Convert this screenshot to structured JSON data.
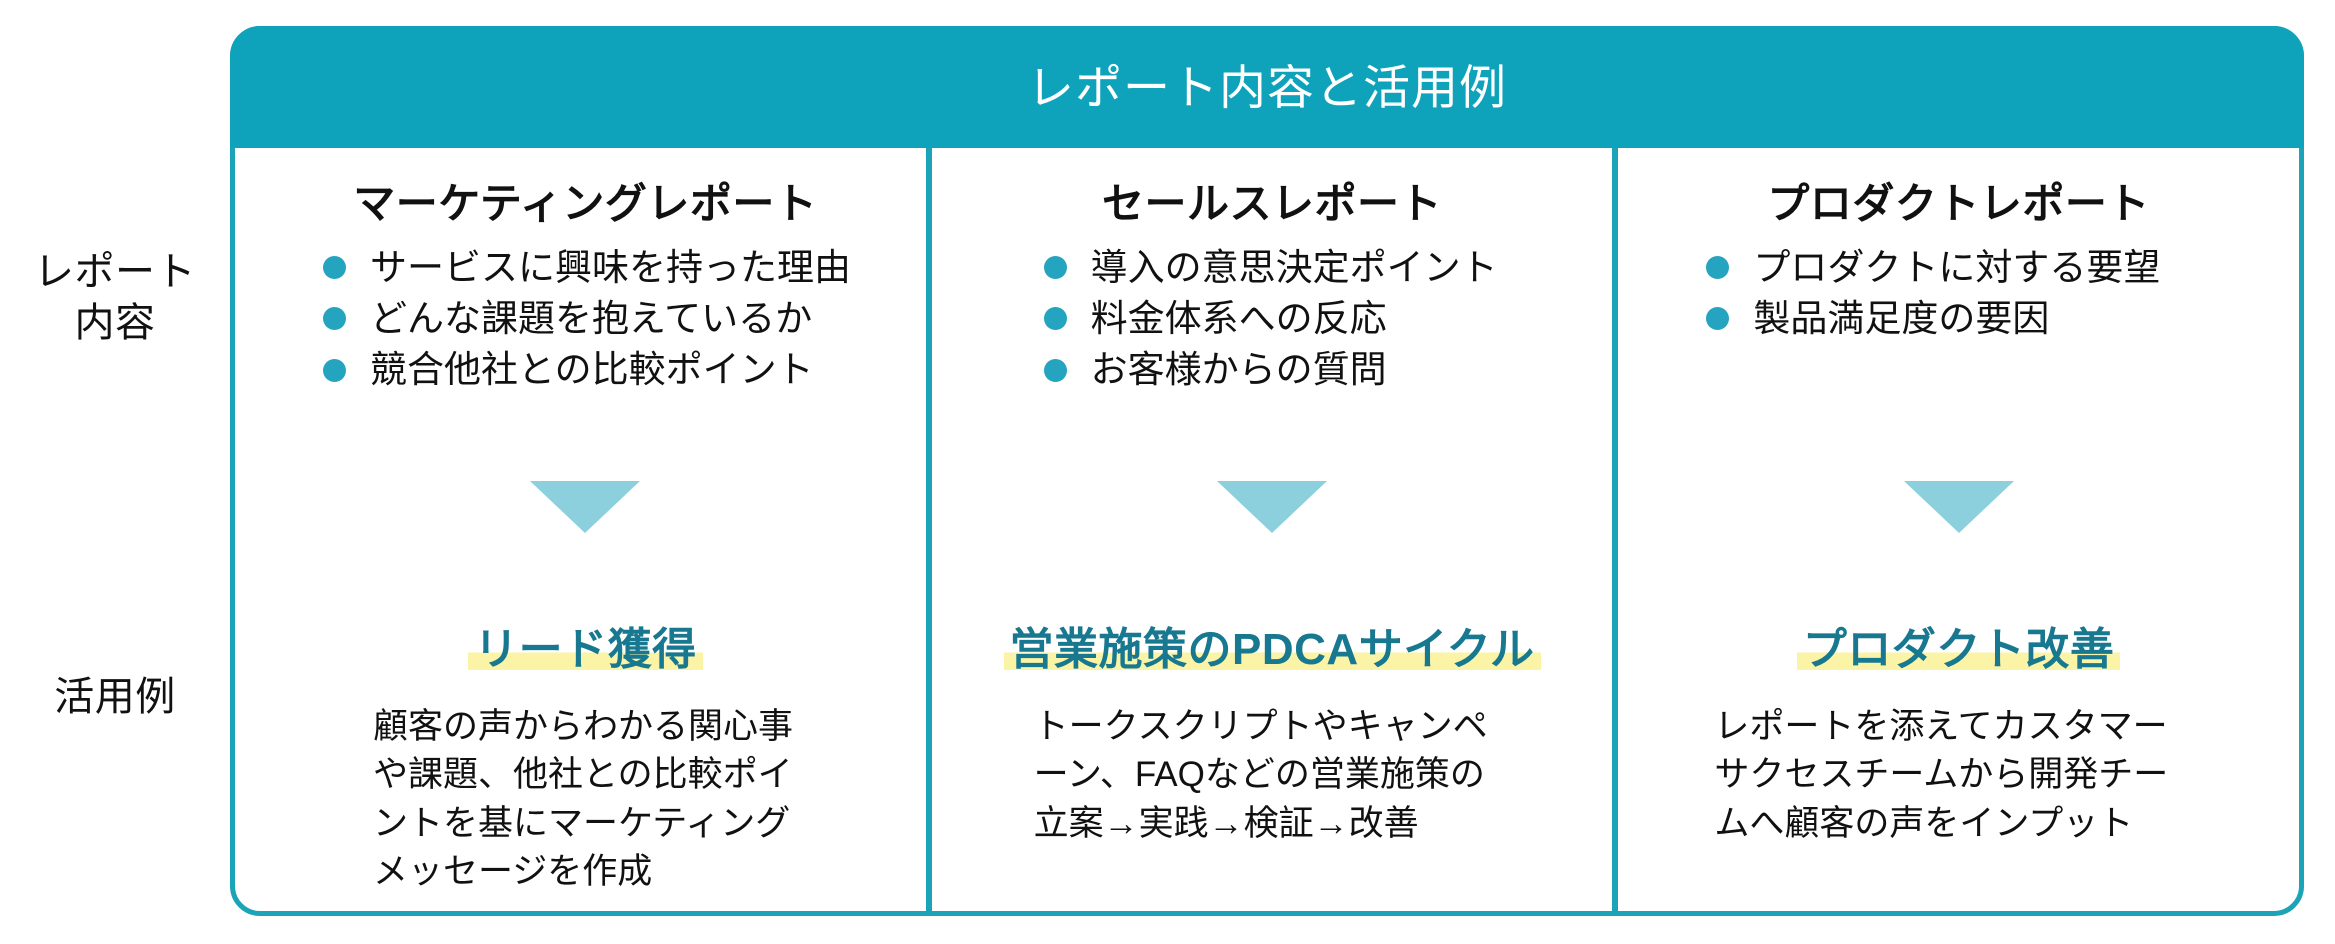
{
  "header": {
    "title": "レポート内容と活用例"
  },
  "row_labels": {
    "content": "レポート\n内容",
    "content_line1": "レポート",
    "content_line2": "内容",
    "usecase": "活用例"
  },
  "colors": {
    "header_band": "#0fa3bb",
    "card_border": "#1ba3b8",
    "divider": "#1ba3b8",
    "bullet_dot": "#25a4c0",
    "arrow": "#8ccfdd",
    "highlight_text": "#18788f",
    "highlight_marker": "#fbf4a6",
    "body_text": "#111111",
    "header_text": "#ffffff"
  },
  "columns": [
    {
      "title": "マーケティングレポート",
      "bullets": [
        "サービスに興味を持った理由",
        "どんな課題を抱えているか",
        "競合他社との比較ポイント"
      ],
      "arrow_icon": "triangle-down-icon",
      "outcome": "リード獲得",
      "body": "顧客の声からわかる関心事や課題、他社との比較ポイントを基にマーケティングメッセージを作成"
    },
    {
      "title": "セールスレポート",
      "bullets": [
        "導入の意思決定ポイント",
        "料金体系への反応",
        "お客様からの質問"
      ],
      "arrow_icon": "triangle-down-icon",
      "outcome": "営業施策のPDCAサイクル",
      "body": "トークスクリプトやキャンペーン、FAQなどの営業施策の立案→実践→検証→改善"
    },
    {
      "title": "プロダクトレポート",
      "bullets": [
        "プロダクトに対する要望",
        "製品満足度の要因"
      ],
      "arrow_icon": "triangle-down-icon",
      "outcome": "プロダクト改善",
      "body": "レポートを添えてカスタマーサクセスチームから開発チームへ顧客の声をインプット"
    }
  ]
}
